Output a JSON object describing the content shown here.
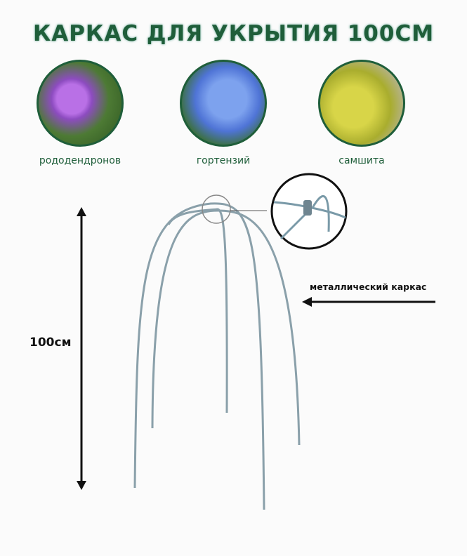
{
  "title": "КАРКАС ДЛЯ УКРЫТИЯ 100СМ",
  "plants": [
    {
      "caption": "рододендронов",
      "colors": [
        "#a45ad6",
        "#3d6b2a"
      ]
    },
    {
      "caption": "гортензий",
      "colors": [
        "#5b84e0",
        "#2f6b2e"
      ]
    },
    {
      "caption": "самшита",
      "colors": [
        "#c6c73a",
        "#7d8f2a"
      ]
    }
  ],
  "height_label": "100см",
  "frame_label": "металлический каркас",
  "accent": "#1f5e3a"
}
